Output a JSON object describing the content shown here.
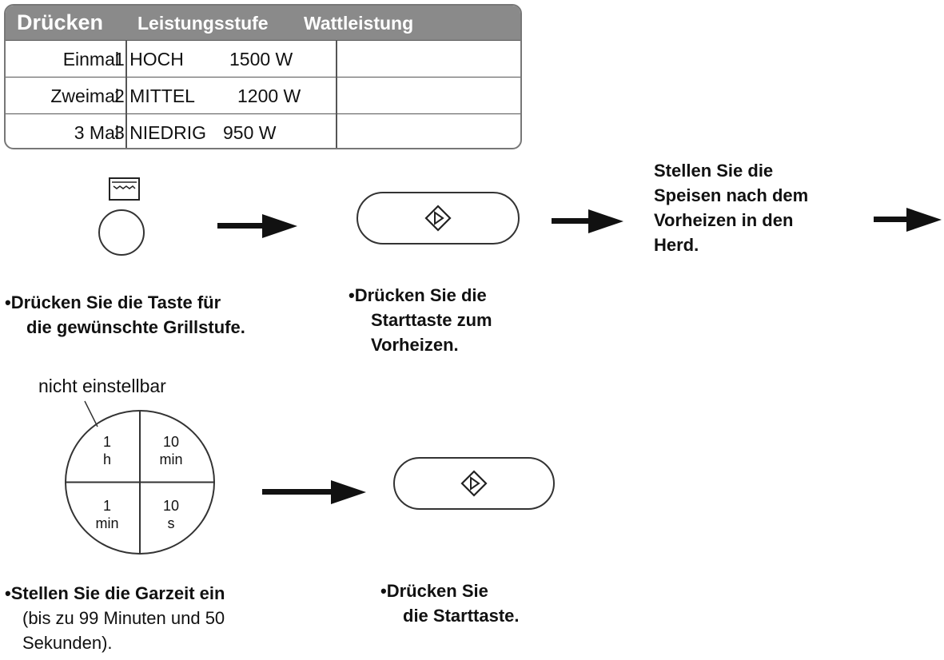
{
  "table": {
    "headers": [
      "Drücken",
      "Leistungsstufe",
      "Wattleistung"
    ],
    "rows": [
      {
        "press": "Einmal",
        "level": "1 HOCH",
        "watt": "1500 W"
      },
      {
        "press": "Zweimal",
        "level": "2 MITTEL",
        "watt": "1200 W"
      },
      {
        "press": "3 Mal",
        "level": "3 NIEDRIG",
        "watt": "950 W"
      }
    ]
  },
  "steps": {
    "grill_select": "Drücken Sie die Taste für die gewünschte Grillstufe.",
    "grill_select_line1": "Drücken Sie die Taste für",
    "grill_select_line2": "die gewünschte Grillstufe.",
    "preheat_line1": "Drücken Sie die",
    "preheat_line2": "Starttaste zum",
    "preheat_line3": "Vorheizen.",
    "place_food_line1": "Stellen Sie die",
    "place_food_line2": "Speisen nach dem",
    "place_food_line3": "Vorheizen in den",
    "place_food_line4": "Herd.",
    "set_time_line1": "Stellen Sie die Garzeit ein",
    "set_time_line2": "(bis zu 99 Minuten und 50",
    "set_time_line3": "Sekunden).",
    "start_line1": "Drücken Sie",
    "start_line2": "die Starttaste."
  },
  "dial": {
    "annotation": "nicht einstellbar",
    "q1_num": "1",
    "q1_unit": "h",
    "q2_num": "10",
    "q2_unit": "min",
    "q3_num": "1",
    "q3_unit": "min",
    "q4_num": "10",
    "q4_unit": "s"
  },
  "icons": {
    "grill": "grill-icon",
    "start": "start-diamond-icon",
    "arrow": "right-arrow-icon"
  }
}
